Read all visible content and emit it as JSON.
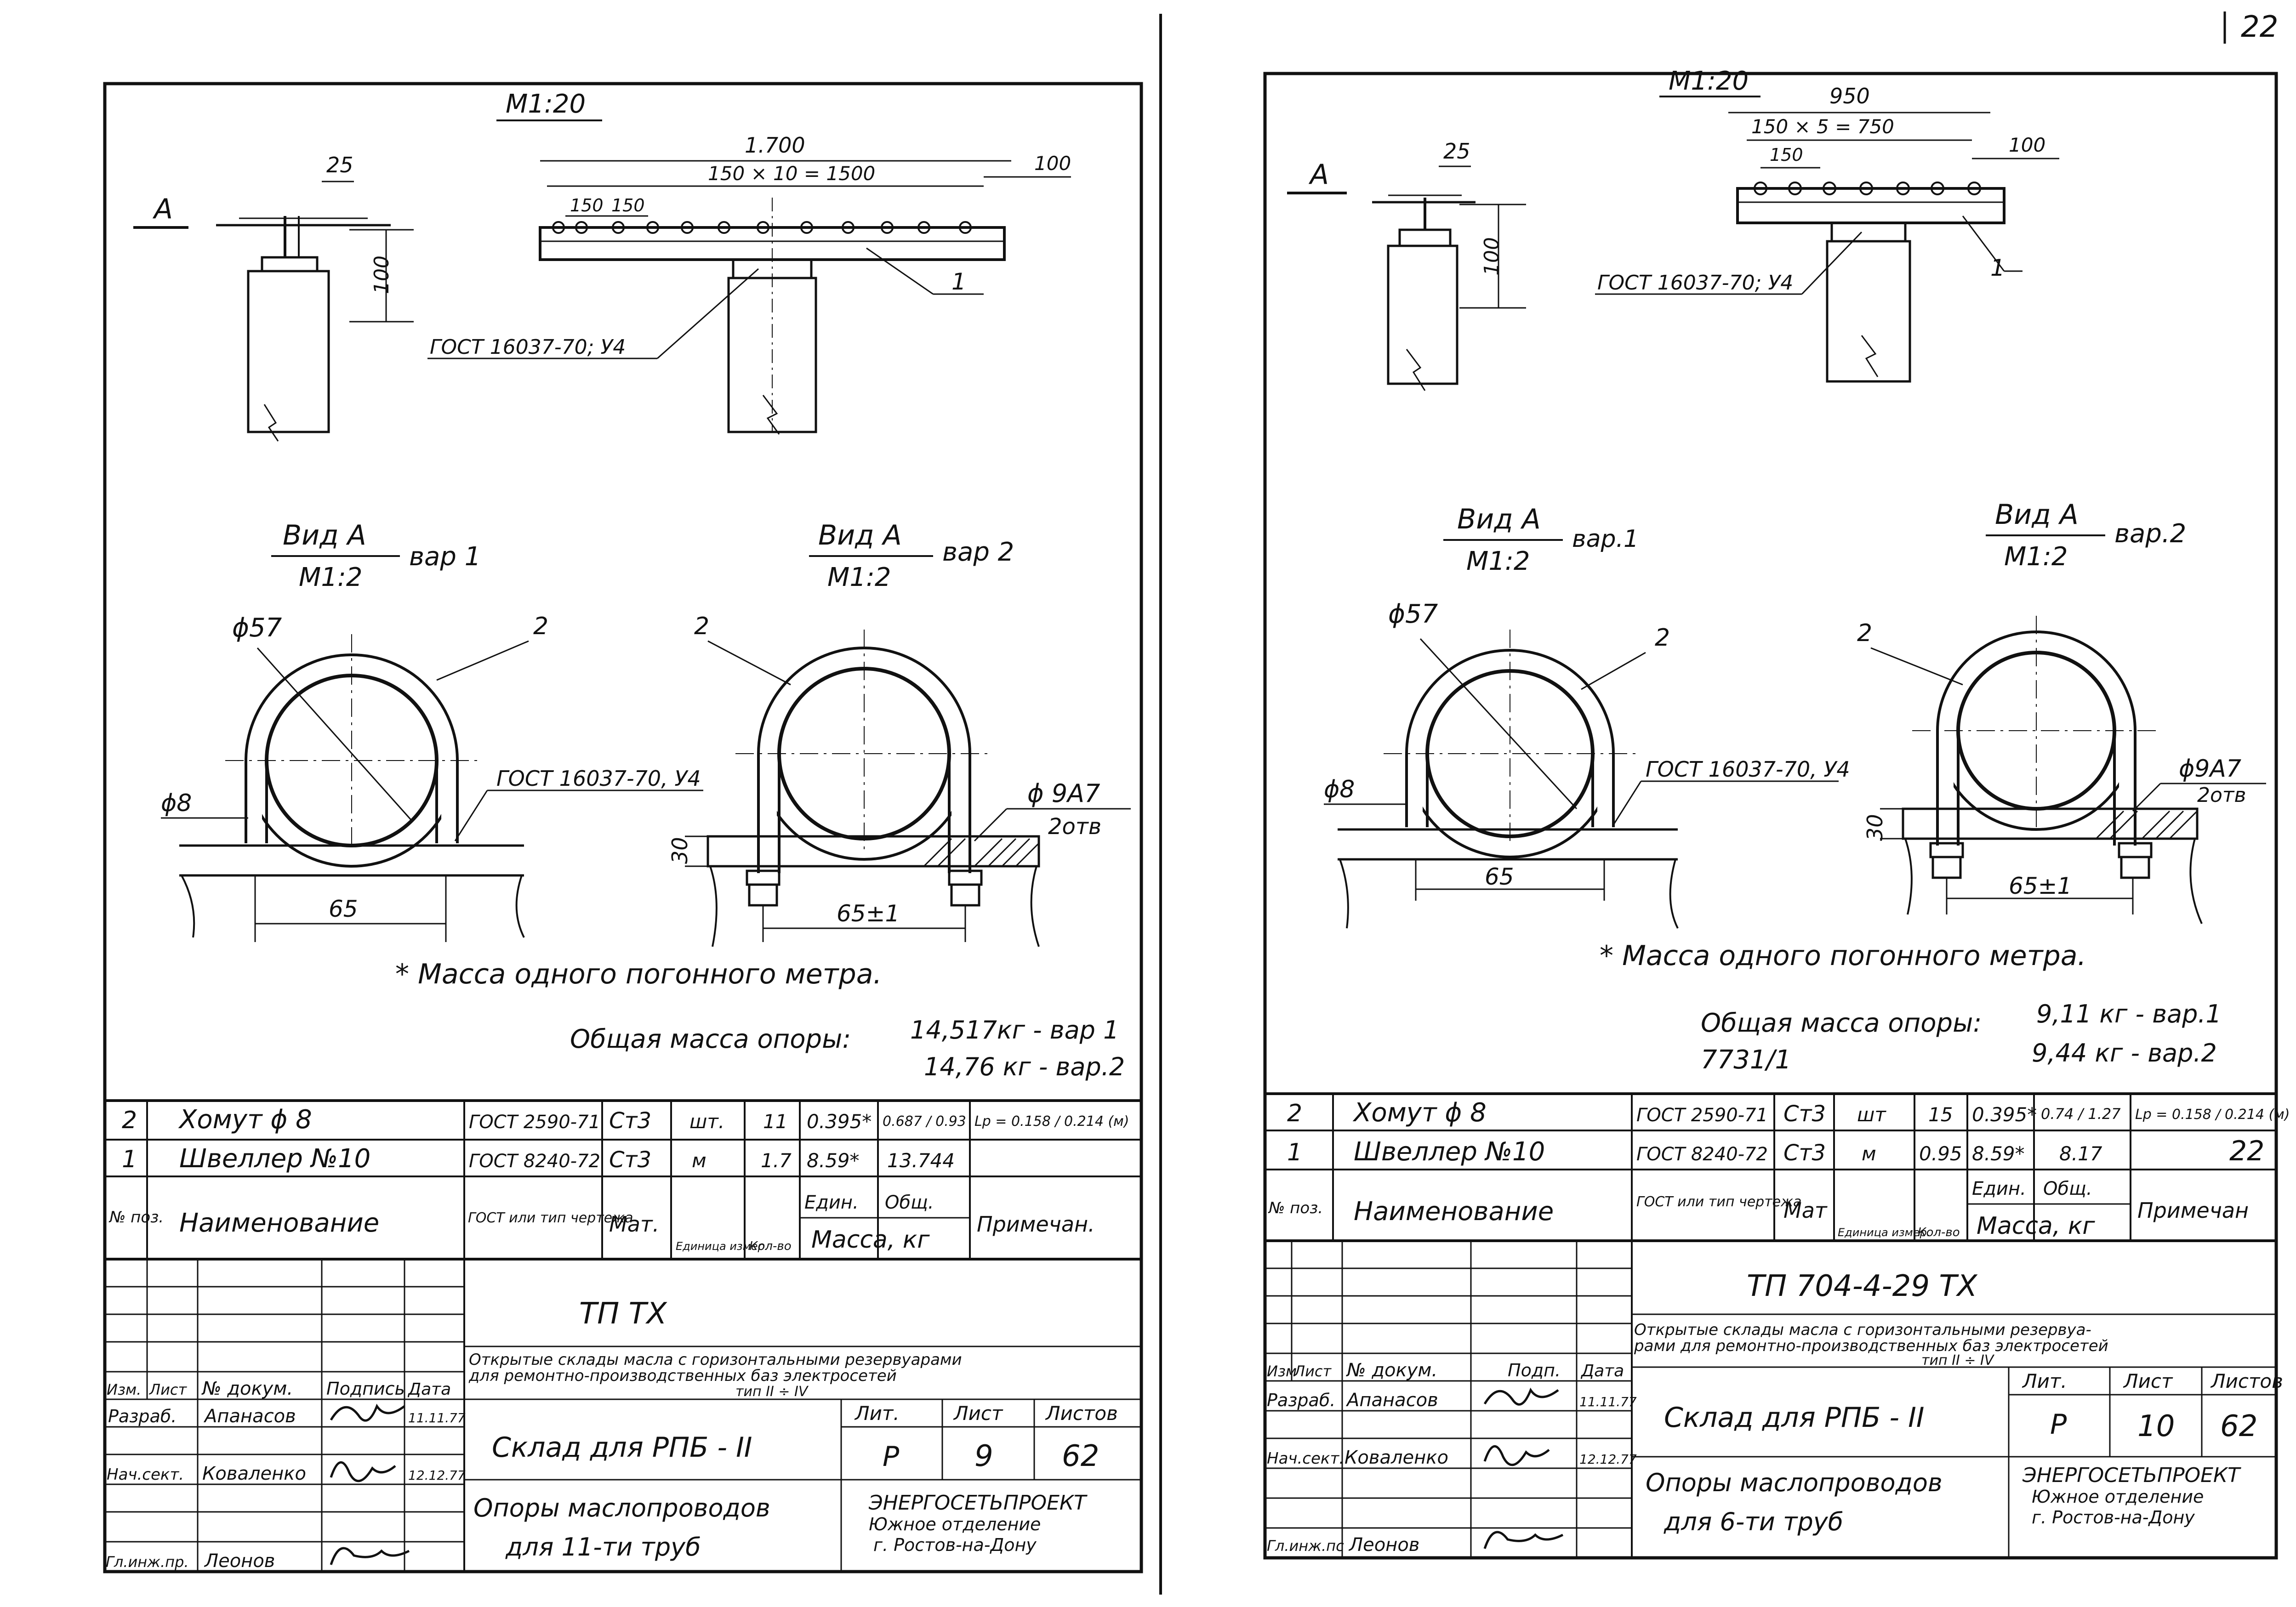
{
  "page_number": "22",
  "left": {
    "scale_top": "М1:20",
    "view_letter": "А",
    "dim_25": "25",
    "dim_100_vert": "100",
    "dim_total": "1.700",
    "dim_pitch": "150 × 10 = 1500",
    "dim_150a": "150",
    "dim_150b": "150",
    "dim_100": "100",
    "gost_weld": "ГОСТ 16037-70; У4",
    "pos_1": "1",
    "view1_title": "Вид А",
    "view1_scale": "М1:2",
    "view1_var": "вар 1",
    "view2_title": "Вид А",
    "view2_scale": "М1:2",
    "view2_var": "вар 2",
    "dia57": "ϕ57",
    "dia8": "ϕ8",
    "pos_2a": "2",
    "pos_2b": "2",
    "gost_weld2": "ГОСТ 16037-70, У4",
    "hole": "ϕ 9А7",
    "hole_count": "2отв",
    "dim_30": "30",
    "dim_65": "65",
    "dim_65pm": "65±1",
    "mass_note": "* Масса одного погонного метра.",
    "total_mass_label": "Общая масса опоры:",
    "total_mass_1": "14,517кг - вар 1",
    "total_mass_2": "14,76 кг - вар.2",
    "spec_rows": [
      {
        "pos": "2",
        "name": "Хомут ϕ 8",
        "doc": "ГОСТ 2590-71",
        "mat": "Ст3",
        "unit": "шт.",
        "qty": "11",
        "unit_mass": "0.395*",
        "total": "0.687 / 0.93",
        "note": "Lp = 0.158 / 0.214 (м)"
      },
      {
        "pos": "1",
        "name": "Швеллер №10",
        "doc": "ГОСТ 8240-72",
        "mat": "Ст3",
        "unit": "м",
        "qty": "1.7",
        "unit_mass": "8.59*",
        "total": "13.744",
        "note": ""
      }
    ],
    "hdr_pos": "№ поз.",
    "hdr_name": "Наименование",
    "hdr_doc": "ГОСТ или тип чертежа",
    "hdr_mat": "Мат.",
    "hdr_unit": "Единица измер.",
    "hdr_qty": "Кол-во",
    "hdr_unit_mass": "Един.",
    "hdr_total": "Общ.",
    "hdr_mass": "Масса, кг",
    "hdr_note": "Примечан.",
    "doc_code": "ТП                    ТХ",
    "project_line1": "Открытые склады масла с горизонтальными резервуарами",
    "project_line2": "для ремонтно-производственных баз электросетей",
    "project_line3": "тип II ÷ IV",
    "stamp_izm": "Изм.",
    "stamp_list": "Лист",
    "stamp_doc": "№ докум.",
    "stamp_sign": "Подпись",
    "stamp_date": "Дата",
    "razrab_role": "Разраб.",
    "razrab_name": "Апанасов",
    "razrab_date": "11.11.77",
    "nach_role": "Нач.сект.",
    "nach_name": "Коваленко",
    "nach_date": "12.12.77",
    "glinzh_role": "Гл.инж.пр.",
    "glinzh_name": "Леонов",
    "object": "Склад для РПБ - II",
    "lit_label": "Лит.",
    "list_label": "Лист",
    "listov_label": "Листов",
    "lit": "Р",
    "sheet": "9",
    "sheets": "62",
    "title1": "Опоры маслопроводов",
    "title2": "для 11-ти труб",
    "org1": "ЭНЕРГОСЕТЬПРОЕКТ",
    "org2": "Южное отделение",
    "org3": "г. Ростов-на-Дону"
  },
  "right": {
    "scale_top": "М1:20",
    "view_letter": "А",
    "dim_25": "25",
    "dim_100_vert": "100",
    "dim_total": "950",
    "dim_pitch": "150 × 5 = 750",
    "dim_150": "150",
    "dim_100": "100",
    "gost_weld": "ГОСТ 16037-70; У4",
    "pos_1": "1",
    "view1_title": "Вид А",
    "view1_scale": "М1:2",
    "view1_var": "вар.1",
    "view2_title": "Вид А",
    "view2_scale": "М1:2",
    "view2_var": "вар.2",
    "dia57": "ϕ57",
    "dia8": "ϕ8",
    "pos_2a": "2",
    "pos_2b": "2",
    "gost_weld2": "ГОСТ 16037-70, У4",
    "hole": "ϕ9А7",
    "hole_count": "2отв",
    "dim_30": "30",
    "dim_65": "65",
    "dim_65pm": "65±1",
    "mass_note": "* Масса одного погонного метра.",
    "total_mass_label": "Общая масса опоры:",
    "total_mass_1": "9,11 кг  - вар.1",
    "total_mass_2": "9,44 кг  - вар.2",
    "inv_note": "7731/1",
    "spec_rows": [
      {
        "pos": "2",
        "name": "Хомут ϕ 8",
        "doc": "ГОСТ 2590-71",
        "mat": "Ст3",
        "unit": "шт",
        "qty": "15",
        "unit_mass": "0.395*",
        "total": "0.74 / 1.27",
        "note": "Lp = 0.158 / 0.214 (м)"
      },
      {
        "pos": "1",
        "name": "Швеллер №10",
        "doc": "ГОСТ 8240-72",
        "mat": "Ст3",
        "unit": "м",
        "qty": "0.95",
        "unit_mass": "8.59*",
        "total": "8.17",
        "note": "22"
      }
    ],
    "hdr_pos": "№ поз.",
    "hdr_name": "Наименование",
    "hdr_doc": "ГОСТ или тип чертежа",
    "hdr_mat": "Мат",
    "hdr_unit": "Единица измер.",
    "hdr_qty": "Кол-во",
    "hdr_unit_mass": "Един.",
    "hdr_total": "Общ.",
    "hdr_mass": "Масса, кг",
    "hdr_note": "Примечан",
    "doc_code": "ТП 704-4-29   ТХ",
    "project_line1": "Открытые склады масла с горизонтальными резервуа-",
    "project_line2": "рами для ремонтно-производственных баз электросетей",
    "project_line3": "тип II ÷ IV",
    "stamp_izm": "Изм",
    "stamp_list": "Лист",
    "stamp_doc": "№ докум.",
    "stamp_sign": "Подп.",
    "stamp_date": "Дата",
    "razrab_role": "Разраб.",
    "razrab_name": "Апанасов",
    "razrab_date": "11.11.77",
    "nach_role": "Нач.сект.",
    "nach_name": "Коваленко",
    "nach_date": "12.12.77",
    "glinzh_role": "Гл.инж.пс",
    "glinzh_name": "Леонов",
    "object": "Склад для РПБ - II",
    "lit_label": "Лит.",
    "list_label": "Лист",
    "listov_label": "Листов",
    "lit": "Р",
    "sheet": "10",
    "sheets": "62",
    "title1": "Опоры маслопроводов",
    "title2": "для 6-ти труб",
    "org1": "ЭНЕРГОСЕТЬПРОЕКТ",
    "org2": "Южное отделение",
    "org3": "г. Ростов-на-Дону"
  }
}
